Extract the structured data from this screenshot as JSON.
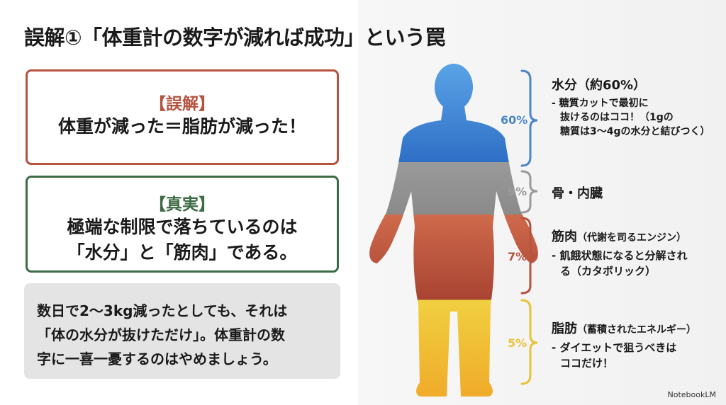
{
  "title": "誤解①「体重計の数字が減れば成功」という罠",
  "myth": {
    "heading": "【誤解】",
    "text": "体重が減った＝脂肪が減った！"
  },
  "truth": {
    "heading": "【真実】",
    "lines": [
      "極端な制限で落ちているのは",
      "「水分」と「筋肉」である。"
    ]
  },
  "note": {
    "lines": [
      "数日で2〜3kg減ったとしても、それは",
      "「体の水分が抜けただけ」。体重計の数",
      "字に一喜一憂するのはやめましょう。"
    ]
  },
  "segments": [
    {
      "pct": "60%",
      "name": "水分",
      "sub": "（約60%）",
      "desc": [
        "- 糖質カットで最初に",
        "抜けるのはココ！（1gの",
        "糖質は3〜4gの水分と結びつく）"
      ],
      "color": "#3a7fd0"
    },
    {
      "pct": "9%",
      "name": "骨・内臓",
      "sub": "",
      "desc": [],
      "color": "#9a9a9a"
    },
    {
      "pct": "7%",
      "name": "筋肉",
      "sub": "（代謝を司るエンジン）",
      "desc": [
        "- 飢餓状態になると分解され",
        "る（カタボリック）"
      ],
      "color": "#b5533f"
    },
    {
      "pct": "5%",
      "name": "脂肪",
      "sub": "（蓄積されたエネルギー）",
      "desc": [
        "- ダイエットで狙うべきは",
        "ココだけ！"
      ],
      "color": "#e8c23a"
    }
  ],
  "brand": "NotebookLM"
}
